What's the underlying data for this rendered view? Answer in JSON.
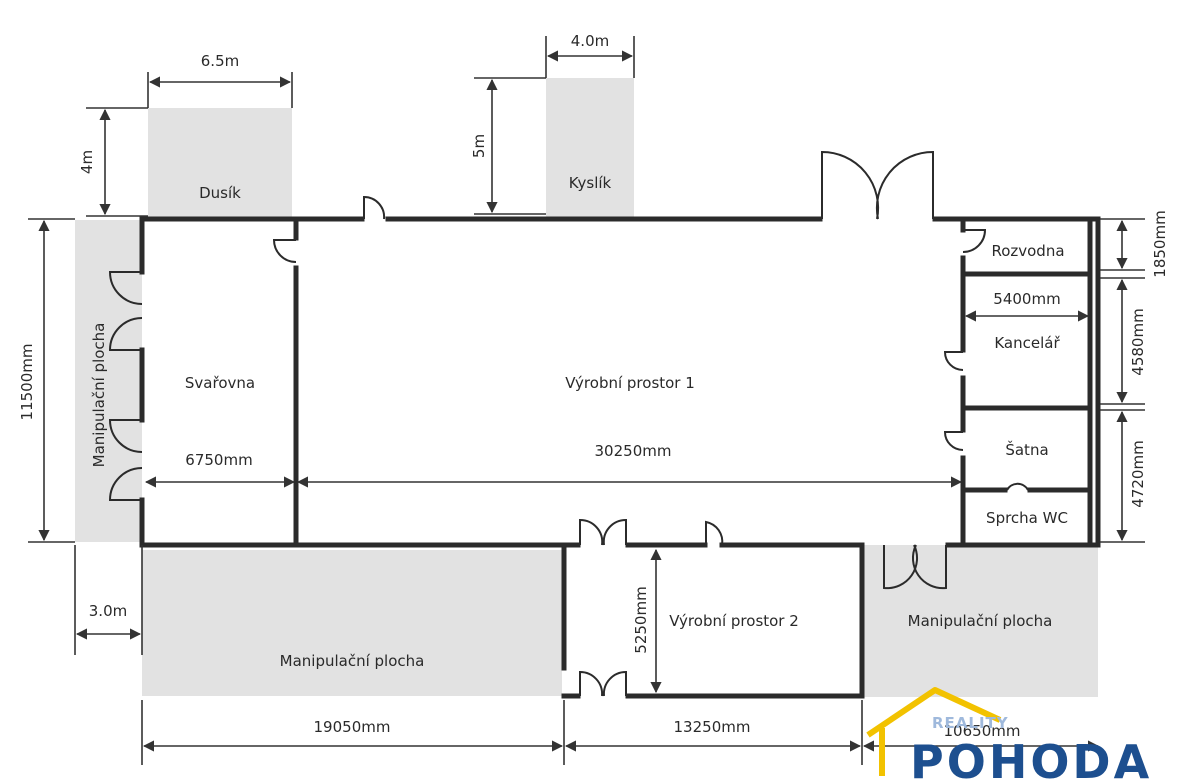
{
  "rooms": {
    "dusik": "Dusík",
    "kyslik": "Kyslík",
    "rozvodna": "Rozvodna",
    "kancelar": "Kancelář",
    "svarovna": "Svařovna",
    "vyrobni1": "Výrobní prostor 1",
    "satna": "Šatna",
    "sprcha": "Sprcha WC",
    "vyrobni2": "Výrobní prostor 2",
    "manip_left": "Manipulační plocha",
    "manip_bottom": "Manipulační plocha",
    "manip_right": "Manipulační plocha"
  },
  "dimensions": {
    "dusik_width": "6.5m",
    "dusik_height": "4m",
    "kyslik_width": "4.0m",
    "kyslik_height": "5m",
    "total_height": "11500mm",
    "svarovna_width": "6750mm",
    "vyrobni1_width": "30250mm",
    "kancelar_width": "5400mm",
    "rozvodna_height": "1850mm",
    "kancelar_height": "4580mm",
    "satna_height": "4720mm",
    "vyrobni2_height": "5250mm",
    "left_strip": "3.0m",
    "bottom_left": "19050mm",
    "bottom_mid": "13250mm",
    "bottom_right": "10650mm"
  },
  "logo": {
    "top": "REALITY",
    "bottom": "POHODA",
    "color_main": "#1d4f8f",
    "color_light": "#9fb9dc",
    "color_roof": "#f2c200"
  },
  "colors": {
    "wall": "#2b2b2b",
    "outdoor_fill": "#e2e2e2",
    "line": "#333333"
  }
}
